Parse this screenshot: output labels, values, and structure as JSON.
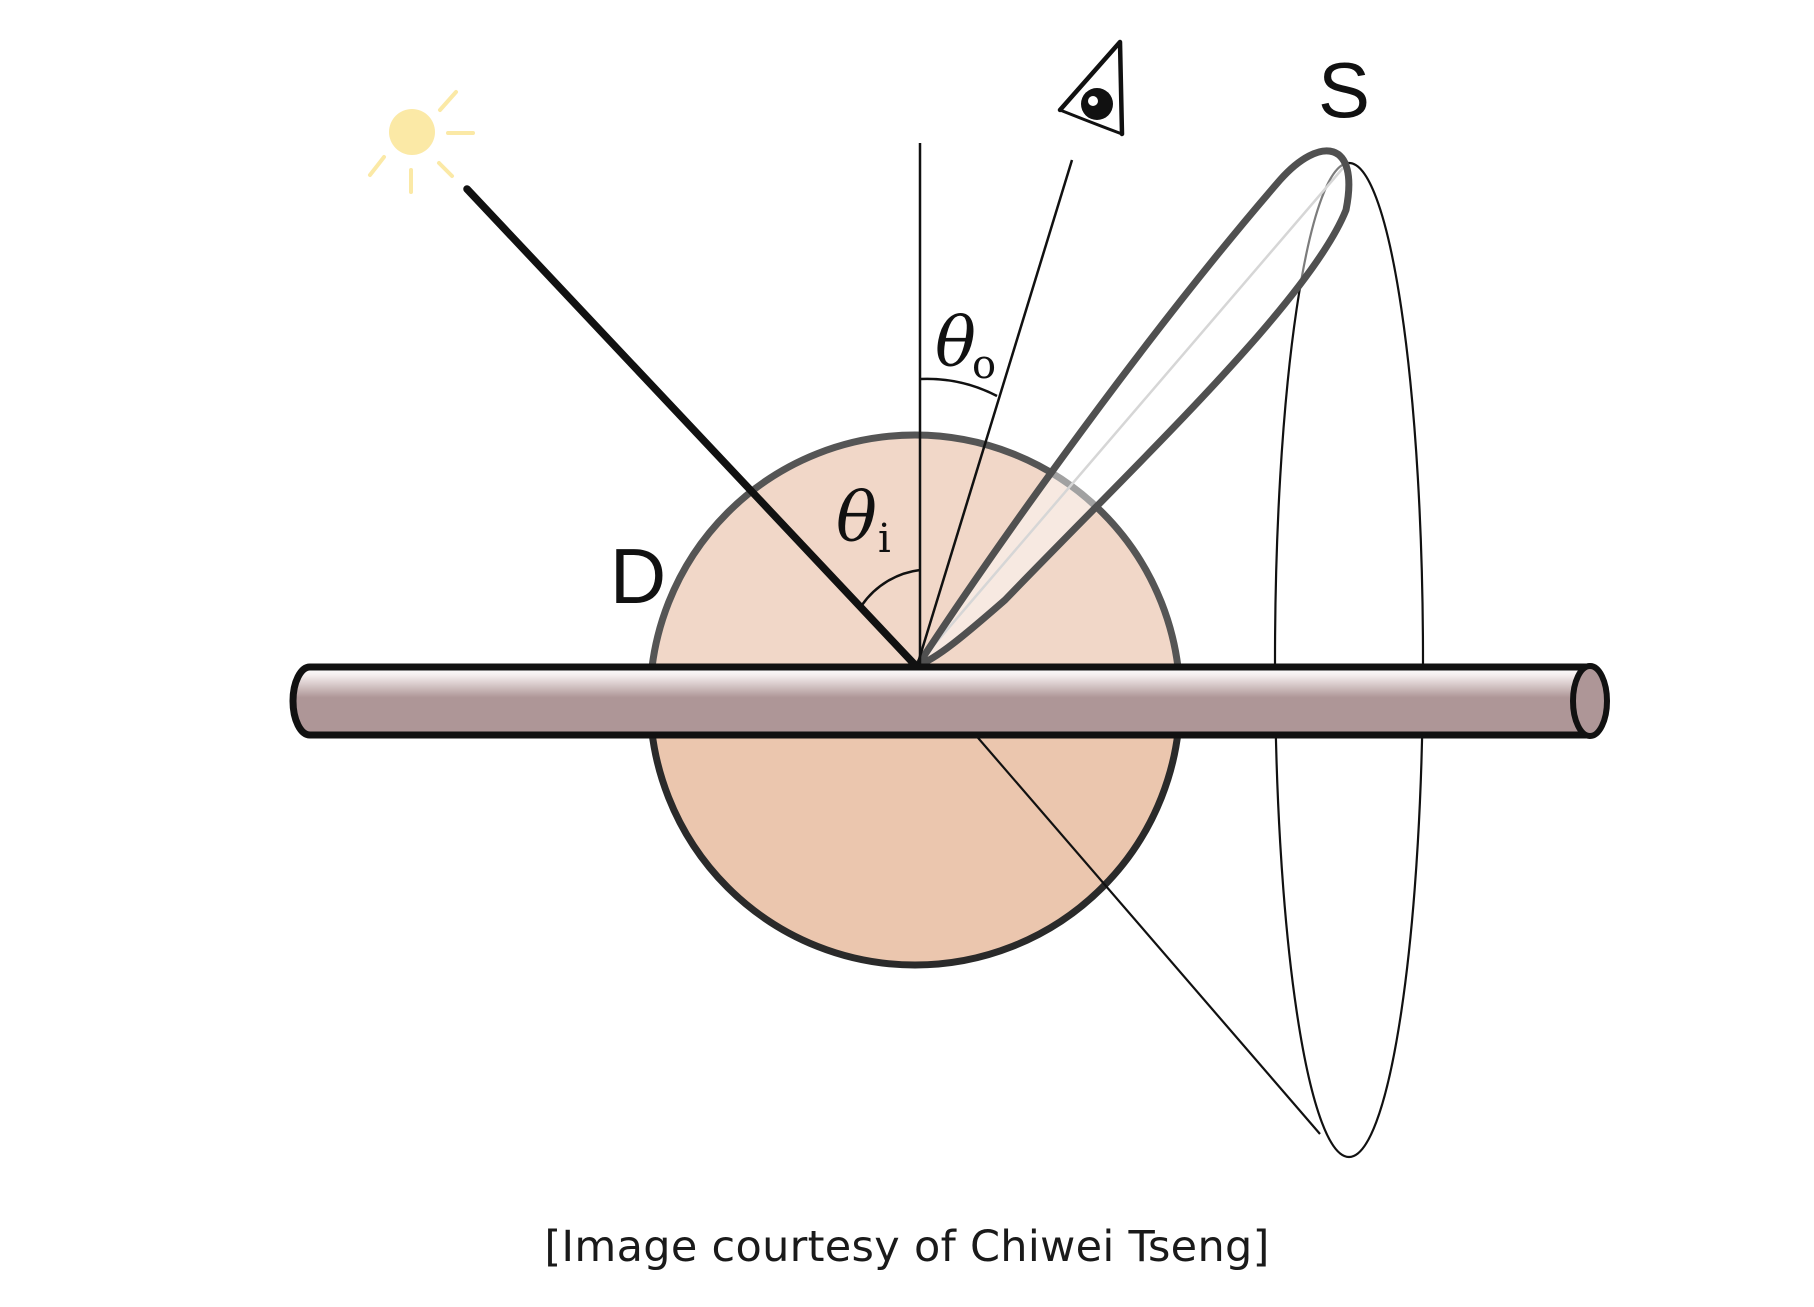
{
  "labels": {
    "diffuse": "D",
    "specular": "S",
    "theta_in_symbol": "θ",
    "theta_in_sub": "i",
    "theta_out_symbol": "θ",
    "theta_out_sub": "o"
  },
  "caption": "[Image courtesy of Chiwei Tseng]",
  "icons": {
    "light_source": "sun-icon",
    "viewer": "eye-icon"
  },
  "colors": {
    "diffuse_lobe_upper": "#f1d7c8",
    "diffuse_lobe_lower": "#ebc6ae",
    "fiber_fill": "#ae9697",
    "lobe_stroke": "#505050",
    "sun": "#fbe9a6"
  }
}
